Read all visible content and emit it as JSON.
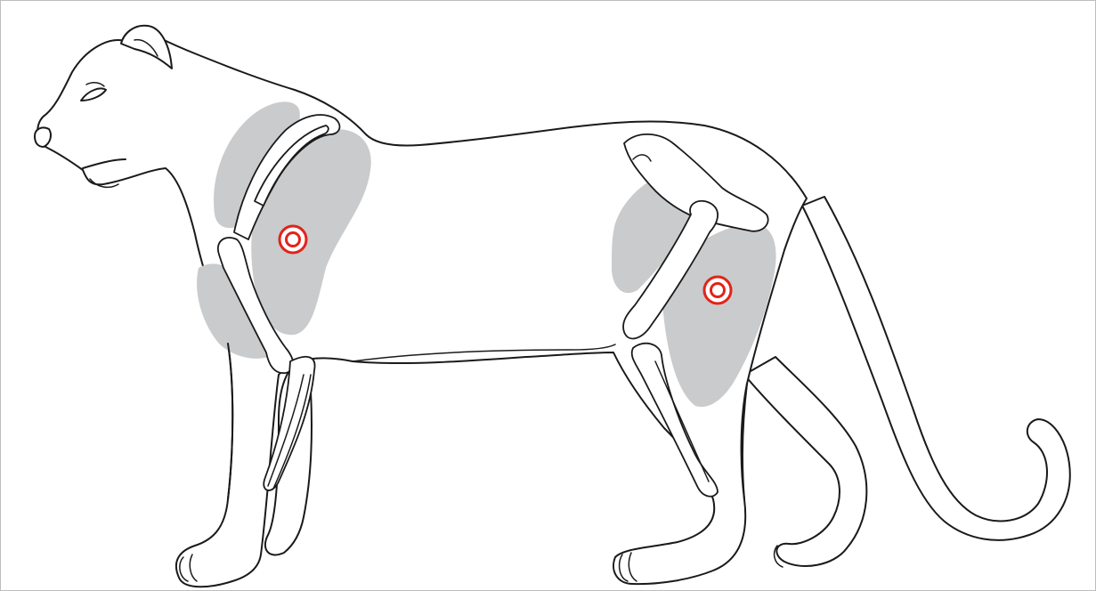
{
  "figure": {
    "subject": "lion-side-view-anatomy",
    "colors": {
      "outline": "#1a1a1a",
      "lung_shading": "#c9cbcc",
      "target_marker": "#e2231a",
      "background": "#ffffff"
    },
    "markers": [
      {
        "name": "shoulder-shot-placement-marker",
        "icon": "target-ring-icon"
      },
      {
        "name": "hindquarter-shot-placement-marker",
        "icon": "target-ring-icon"
      }
    ]
  }
}
